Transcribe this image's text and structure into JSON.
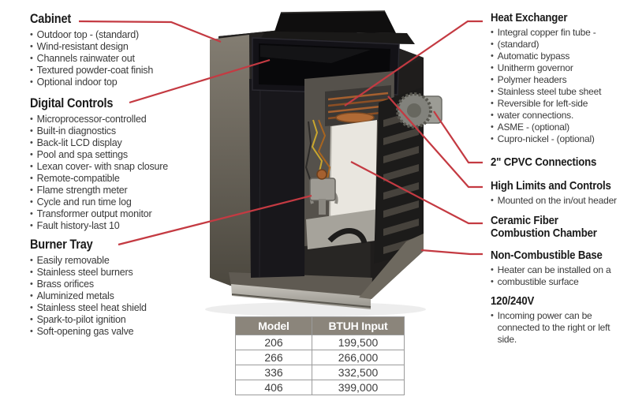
{
  "colors": {
    "accent": "#c43a42",
    "table_header_bg": "#8b857b",
    "heading_text": "#1b1b1b",
    "body_text": "#393939"
  },
  "illustration": {
    "description": "Cutaway photo of a gas pool heater showing cabinet, digital control panel, copper heat exchanger, combustion chamber, burner tray, CPVC connection and base"
  },
  "left_sections": [
    {
      "title": "Cabinet",
      "bullets": [
        "Outdoor top - (standard)",
        "Wind-resistant design",
        "Channels rainwater out",
        "Textured powder-coat finish",
        "Optional indoor top"
      ]
    },
    {
      "title": "Digital Controls",
      "bullets": [
        "Microprocessor-controlled",
        "Built-in diagnostics",
        "Back-lit LCD display",
        "Pool and spa settings",
        "Lexan cover- with snap closure",
        "Remote-compatible",
        "Flame strength meter",
        "Cycle and run time log",
        "Transformer output monitor",
        "Fault history-last 10"
      ]
    },
    {
      "title": "Burner Tray",
      "bullets": [
        "Easily removable",
        "Stainless steel burners",
        "Brass orifices",
        "Aluminized metals",
        "Stainless steel heat shield",
        "Spark-to-pilot ignition",
        "Soft-opening gas valve"
      ]
    }
  ],
  "right_sections": [
    {
      "title": "Heat Exchanger",
      "bullets": [
        "Integral copper fin tube -",
        "(standard)",
        "Automatic bypass",
        "Unitherm governor",
        "Polymer headers",
        "Stainless steel tube sheet",
        "Reversible for left-side",
        "water connections.",
        "ASME - (optional)",
        "Cupro-nickel - (optional)"
      ]
    },
    {
      "title": "2\" CPVC Connections",
      "bullets": []
    },
    {
      "title": "High Limits and Controls",
      "bullets": [
        "Mounted on the in/out header"
      ]
    },
    {
      "title": "Ceramic Fiber Combustion Chamber",
      "bullets": []
    },
    {
      "title": "Non-Combustible Base",
      "bullets": [
        "Heater can be installed on a",
        "combustible surface"
      ]
    },
    {
      "title": "120/240V",
      "bullets": [
        "Incoming power can be connected to the right or left side."
      ]
    }
  ],
  "table": {
    "headers": [
      "Model",
      "BTUH Input"
    ],
    "rows": [
      [
        "206",
        "199,500"
      ],
      [
        "266",
        "266,000"
      ],
      [
        "336",
        "332,500"
      ],
      [
        "406",
        "399,000"
      ]
    ]
  }
}
